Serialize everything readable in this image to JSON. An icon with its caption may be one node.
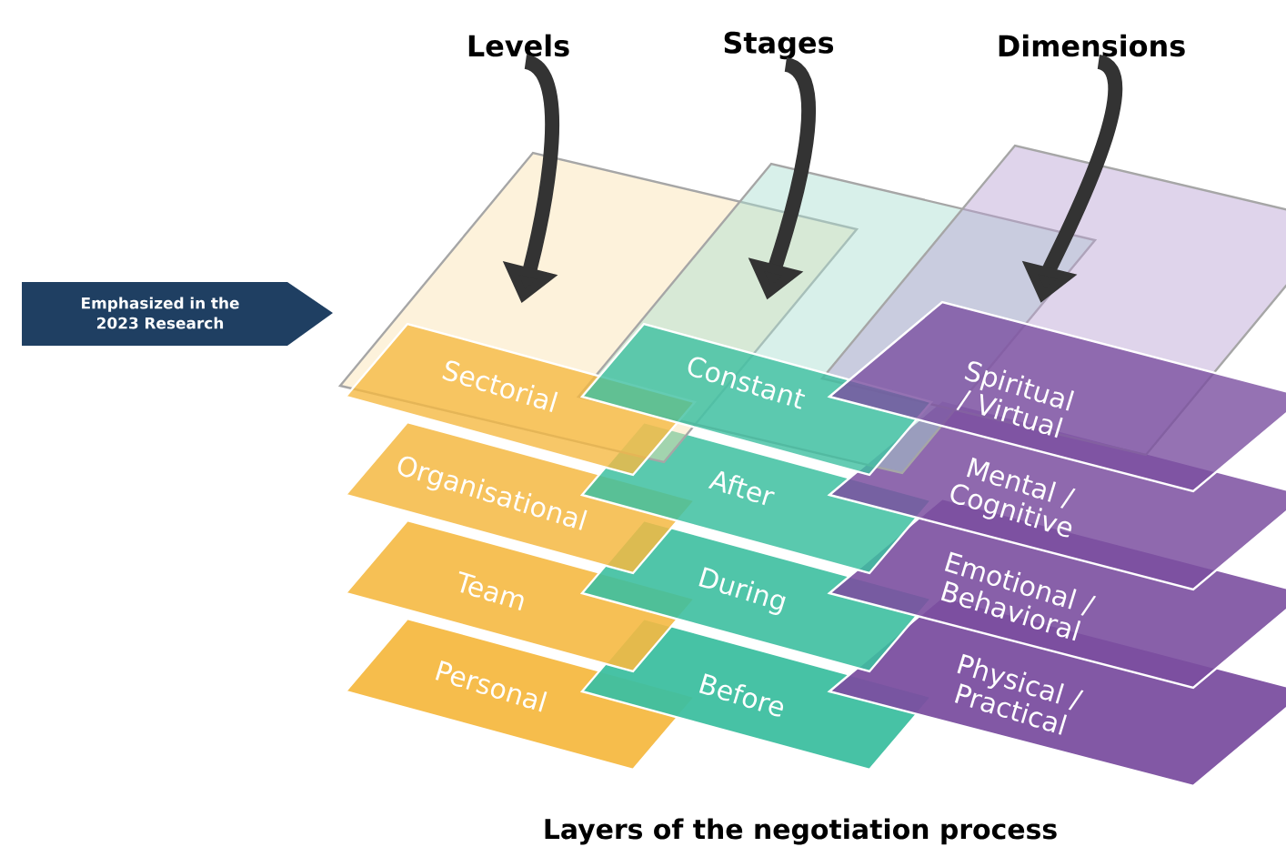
{
  "diagram": {
    "caption": "Layers of the negotiation process",
    "nodes": [
      {
        "text": [
          "Levels"
        ]
      },
      {
        "text": [
          "Stages"
        ]
      },
      {
        "text": [
          "Dimensions"
        ]
      },
      {
        "text": [
          "Emphasized in the 2023 Research"
        ]
      },
      {
        "text": [
          "Sectorial"
        ]
      },
      {
        "text": [
          "Organisational"
        ]
      },
      {
        "text": [
          "Team"
        ]
      },
      {
        "text": [
          "Personal"
        ]
      },
      {
        "text": [
          "Constant"
        ]
      },
      {
        "text": [
          "After"
        ]
      },
      {
        "text": [
          "During"
        ]
      },
      {
        "text": [
          "Before"
        ]
      },
      {
        "text": [
          "Spiritual / Virtual"
        ]
      },
      {
        "text": [
          "Mental / Cognitive"
        ]
      },
      {
        "text": [
          "Emotional / Behavioral"
        ]
      },
      {
        "text": [
          "Physical / Practical"
        ]
      }
    ],
    "edges": [
      {
        "from": 0,
        "to": 4,
        "arrow": "to"
      },
      {
        "from": 1,
        "to": 8,
        "arrow": "to"
      },
      {
        "from": 2,
        "to": 12,
        "arrow": "to"
      }
    ]
  }
}
